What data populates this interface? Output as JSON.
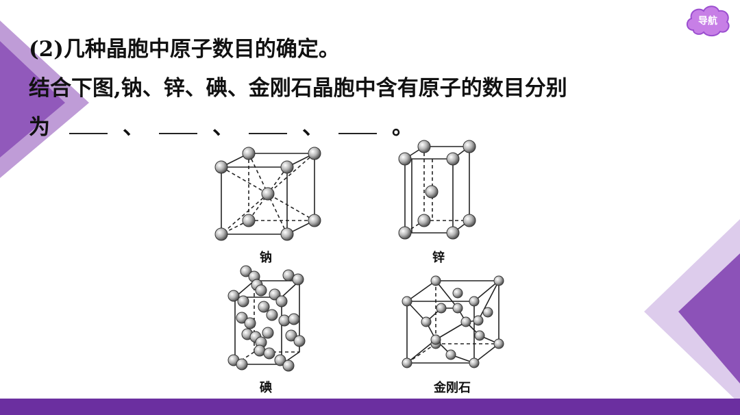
{
  "nav": {
    "label": "导航"
  },
  "content": {
    "heading": "(2)几种晶胞中原子数目的确定。",
    "line2": "结合下图,钠、锌、碘、金刚石晶胞中含有原子的数目分别",
    "line3_prefix": "为",
    "separator": "、",
    "line3_end": "。"
  },
  "figures": {
    "sodium": "钠",
    "zinc": "锌",
    "iodine": "碘",
    "diamond": "金刚石"
  },
  "colors": {
    "accent": "#6b2fa0",
    "nav_cloud": "#c77fe6"
  }
}
